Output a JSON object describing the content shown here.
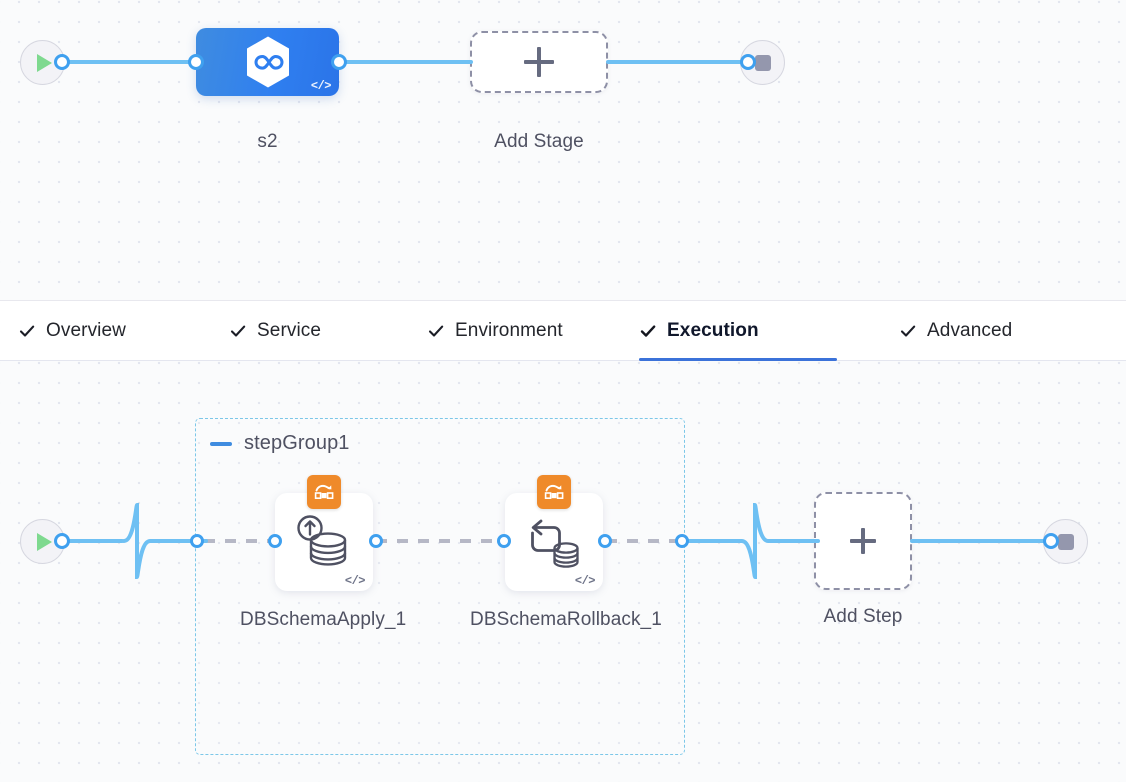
{
  "stage_canvas": {
    "start_node": {
      "name": "pipeline-start",
      "icon": "play-icon"
    },
    "end_node": {
      "name": "pipeline-end",
      "icon": "stop-icon"
    },
    "stage": {
      "label": "s2",
      "icon": "devops-infinity-hexagon-icon",
      "code_glyph": "</>",
      "color": "#2f7ff0"
    },
    "add_stage": {
      "label": "Add Stage",
      "icon": "plus-icon"
    }
  },
  "tabs": {
    "items": [
      {
        "label": "Overview",
        "icon": "check-icon",
        "active": false
      },
      {
        "label": "Service",
        "icon": "check-icon",
        "active": false
      },
      {
        "label": "Environment",
        "icon": "check-icon",
        "active": false
      },
      {
        "label": "Execution",
        "icon": "check-icon",
        "active": true
      },
      {
        "label": "Advanced",
        "icon": "check-icon",
        "active": false
      }
    ],
    "active_color": "#3b72d9"
  },
  "step_canvas": {
    "start_node": {
      "name": "execution-start",
      "icon": "play-icon"
    },
    "end_node": {
      "name": "execution-end",
      "icon": "stop-icon"
    },
    "step_group": {
      "title": "stepGroup1",
      "collapse_icon": "minus-icon",
      "border_color": "#7cc7e8",
      "steps": [
        {
          "label": "DBSchemaApply_1",
          "icon": "database-apply-icon",
          "badge_icon": "rollback-arc-icon",
          "badge_color": "#ef8a2a",
          "code_glyph": "</>"
        },
        {
          "label": "DBSchemaRollback_1",
          "icon": "database-rollback-icon",
          "badge_icon": "rollback-arc-icon",
          "badge_color": "#ef8a2a",
          "code_glyph": "</>"
        }
      ]
    },
    "add_step": {
      "label": "Add Step",
      "icon": "plus-icon"
    }
  },
  "theme": {
    "link_color": "#6ec0f3",
    "port_color": "#3fa0ef",
    "dashed_link_color": "#b6b8c6",
    "canvas_bg": "#fafbfc"
  }
}
